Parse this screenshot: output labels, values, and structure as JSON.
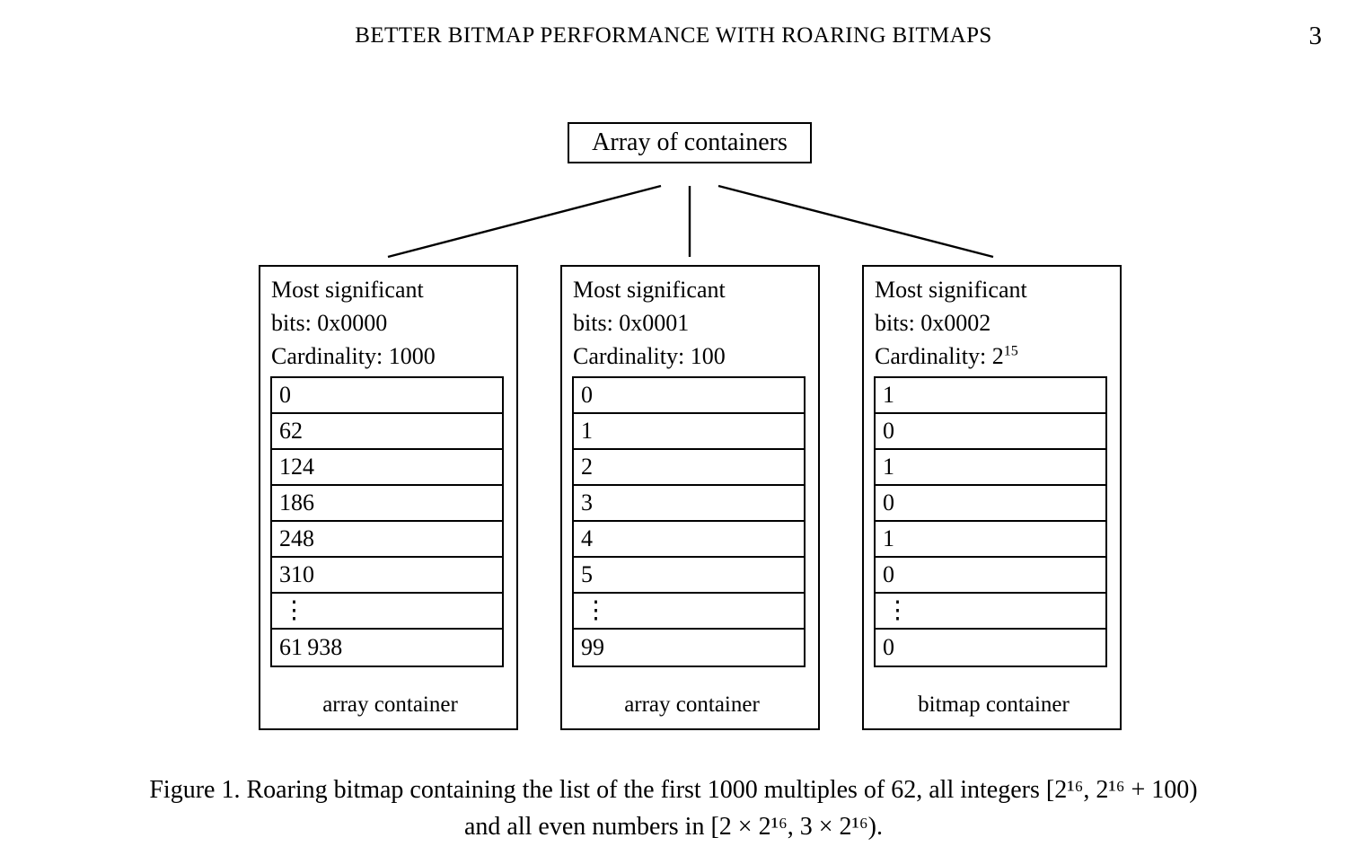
{
  "header": {
    "title": "BETTER BITMAP PERFORMANCE WITH ROARING BITMAPS",
    "page_number": "3"
  },
  "figure": {
    "root_label": "Array of containers",
    "containers": [
      {
        "msb_line1": "Most significant",
        "msb_line2": "bits: 0x0000",
        "cardinality_label": "Cardinality: 1000",
        "cardinality_base": "",
        "cardinality_exp": "",
        "values": [
          "0",
          "62",
          "124",
          "186",
          "248",
          "310",
          "⋮",
          "61 938"
        ],
        "caption": "array container"
      },
      {
        "msb_line1": "Most significant",
        "msb_line2": "bits: 0x0001",
        "cardinality_label": "Cardinality: 100",
        "cardinality_base": "",
        "cardinality_exp": "",
        "values": [
          "0",
          "1",
          "2",
          "3",
          "4",
          "5",
          "⋮",
          "99"
        ],
        "caption": "array container"
      },
      {
        "msb_line1": "Most significant",
        "msb_line2": "bits: 0x0002",
        "cardinality_label": "Cardinality: 2",
        "cardinality_base": "2",
        "cardinality_exp": "15",
        "values": [
          "1",
          "0",
          "1",
          "0",
          "1",
          "0",
          "⋮",
          "0"
        ],
        "caption": "bitmap container"
      }
    ],
    "caption_line1": "Figure 1. Roaring bitmap containing the list of the first 1000 multiples of 62, all integers [2¹⁶, 2¹⁶ + 100)",
    "caption_line2": "and all even numbers in [2 × 2¹⁶, 3 × 2¹⁶)."
  },
  "colors": {
    "ink": "#000000",
    "paper": "#ffffff"
  }
}
